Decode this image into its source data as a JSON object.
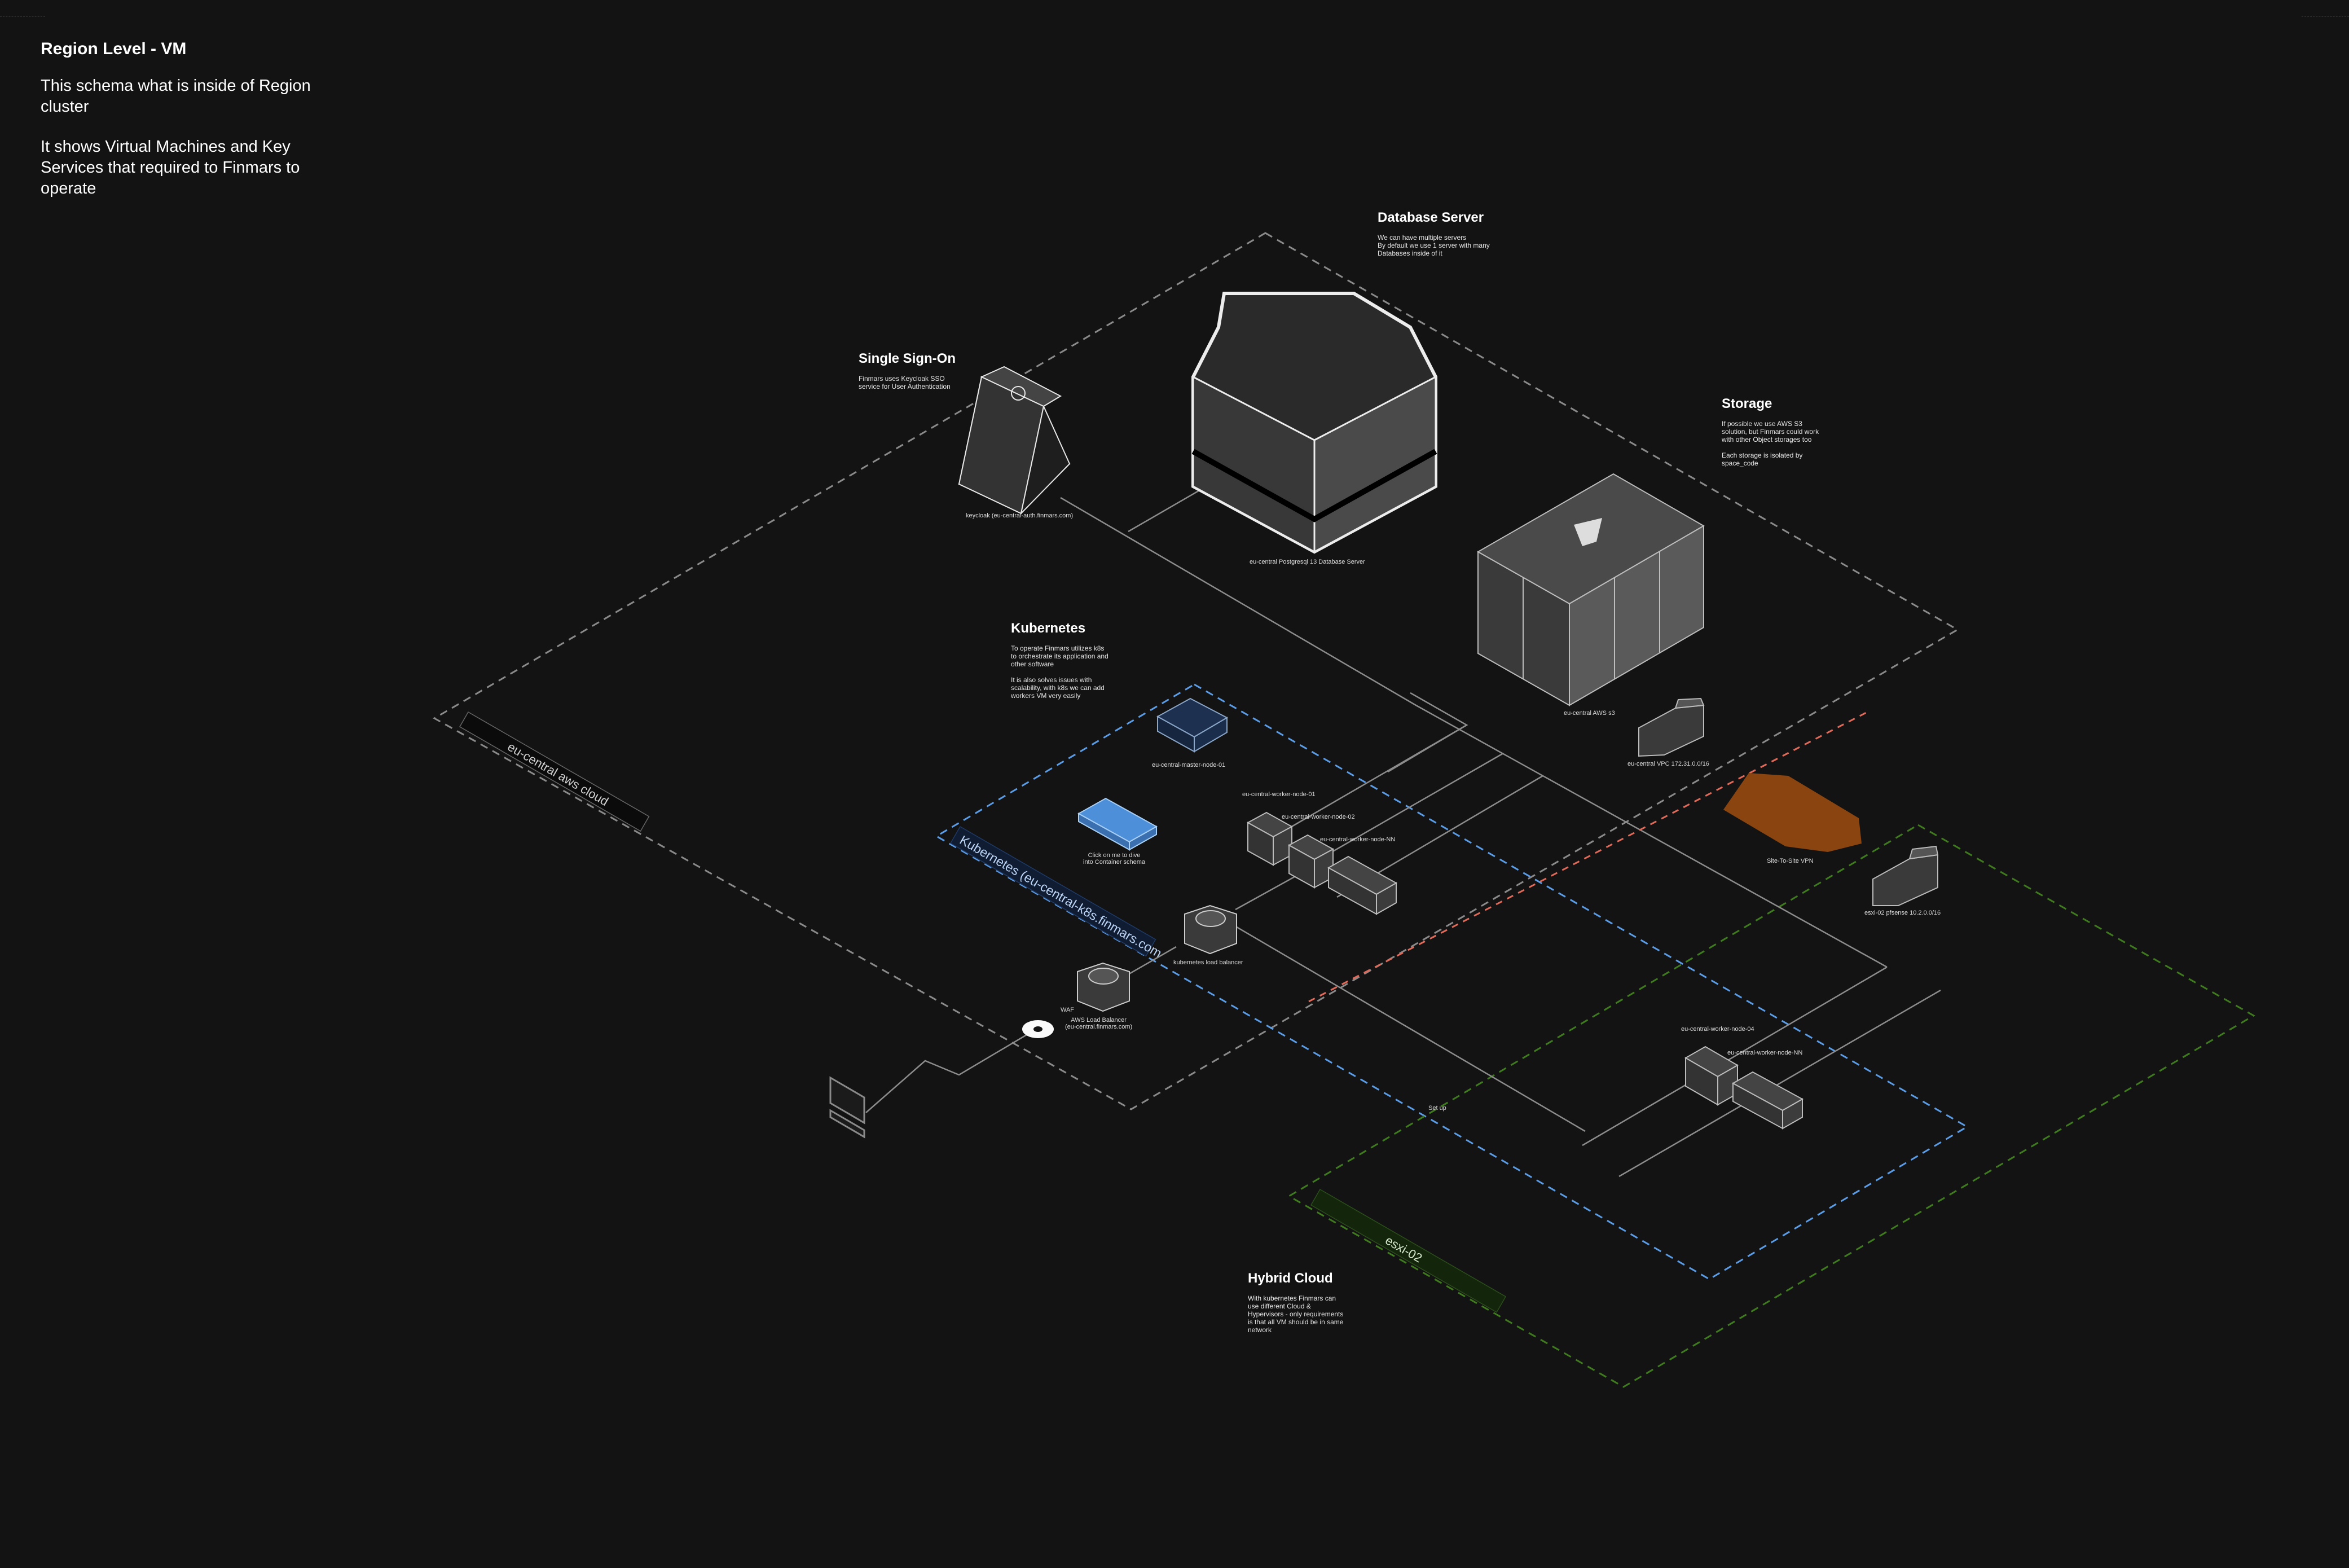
{
  "intro": {
    "title": "Region Level - VM",
    "p1": "This schema what is inside of Region cluster",
    "p2": "It shows Virtual Machines and Key Services that required to Finmars to operate"
  },
  "blocks": {
    "sso": {
      "title": "Single Sign-On",
      "desc": "Finmars uses Keycloak SSO\nservice for User Authentication"
    },
    "db": {
      "title": "Database Server",
      "desc": "We can have multiple servers\nBy default we use 1 server with many\nDatabases inside of it"
    },
    "storage": {
      "title": "Storage",
      "desc": "If possible we use AWS S3\nsolution, but Finmars could work\nwith other Object storages too\n\nEach storage is isolated by\nspace_code"
    },
    "k8s": {
      "title": "Kubernetes",
      "desc": "To operate Finmars utilizes k8s\nto orchestrate its application and\nother software\n\nIt is also solves issues with\nscalability, with k8s we can add\nworkers VM very easily"
    },
    "hybrid": {
      "title": "Hybrid Cloud",
      "desc": "With kubernetes Finmars can\nuse different Cloud &\nHypervisors - only requirements\nis that all VM should be in same\nnetwork"
    }
  },
  "zones": {
    "aws": "eu-central aws cloud",
    "k8s": "Kubernetes (eu-central-k8s.finmars.com",
    "esxi": "esxi-02"
  },
  "captions": {
    "keycloak": "keycloak (eu-central-auth.finmars.com)",
    "postgres": "eu-central Postgresql 13 Database Server",
    "s3": "eu-central AWS s3",
    "vpc": "eu-central VPC 172.31.0.0/16",
    "vpn": "Site-To-Site VPN",
    "pfsense": "esxi-02 pfsense 10.2.0.0/16",
    "master": "eu-central-master-node-01",
    "container": "Click on me to dive\ninto Container schema",
    "worker01": "eu-central-worker-node-01",
    "worker02": "eu-central-worker-node-02",
    "workerNN": "eu-central-worker-node-NN",
    "k8slb": "kubernetes load balancer",
    "awslb": "AWS Load Balancer\n(eu-central.finmars.com)",
    "waf": "WAF",
    "worker04": "eu-central-worker-node-04",
    "workerNN2": "eu-central-worker-node-NN",
    "setupvpn": "Set up"
  },
  "icons": [
    "keycloak-icon",
    "postgres-icon",
    "s3-icon",
    "vpc-router-icon",
    "vpn-icon",
    "pfsense-router-icon",
    "master-node-icon",
    "container-icon",
    "worker-node-icon",
    "load-balancer-icon",
    "aws-load-balancer-icon",
    "waf-icon",
    "laptop-icon"
  ],
  "colors": {
    "background": "#131313",
    "aws_zone": "#8a8a8a",
    "k8s_zone": "#5b9ce6",
    "hybrid_zone": "#3f7a1f",
    "vpn": "#8a4410",
    "vpn_link": "#e06a5a",
    "container": "#4d8fd8",
    "master": "#1e3050"
  }
}
